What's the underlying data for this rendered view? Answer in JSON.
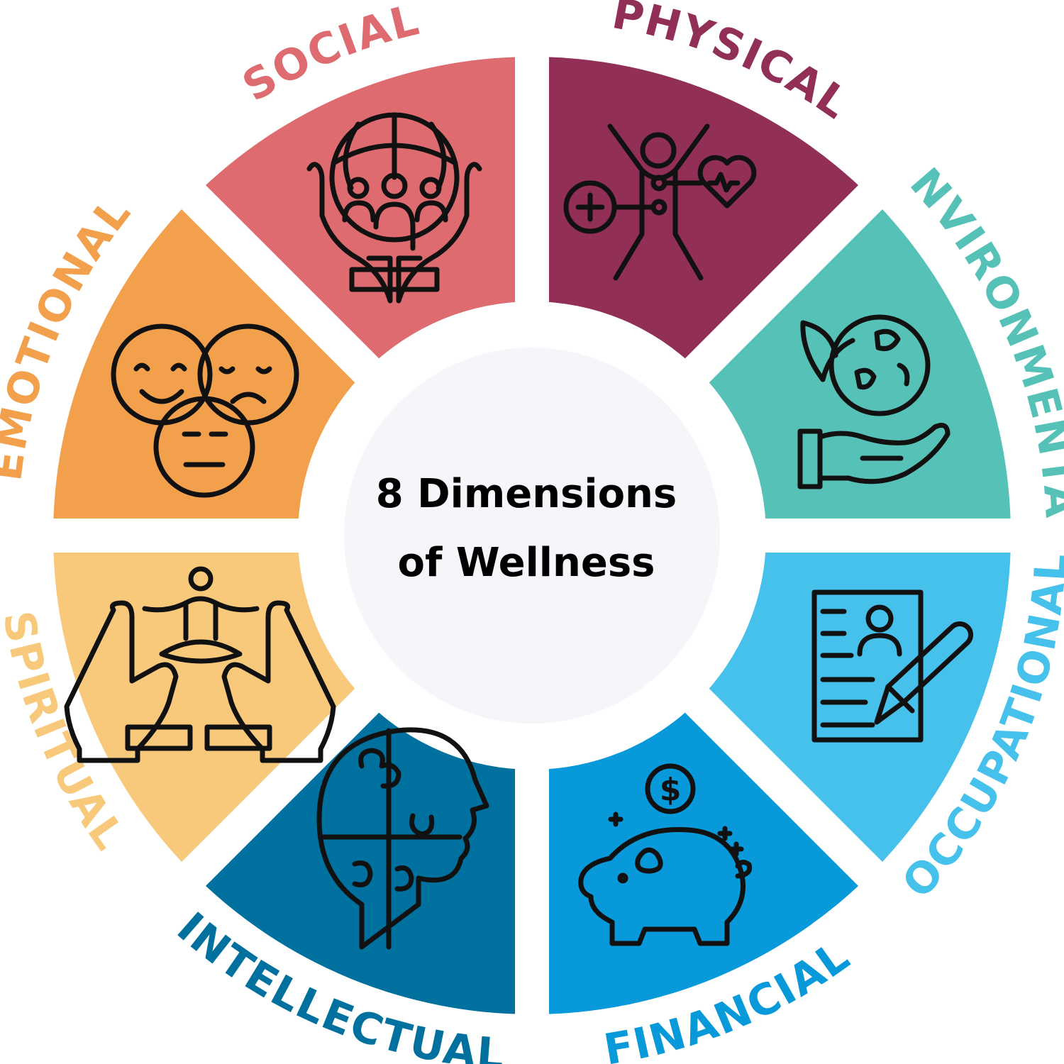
{
  "center": {
    "line1": "8 Dimensions",
    "line2": "of Wellness"
  },
  "dimensions": [
    {
      "name": "PHYSICAL",
      "color": "#922f56",
      "label_color": "#922f56",
      "icon": "body-health-icon"
    },
    {
      "name": "ENVIRONMENTAL",
      "color": "#56c2b7",
      "label_color": "#56c2b7",
      "icon": "earth-in-hand-icon"
    },
    {
      "name": "OCCUPATIONAL",
      "color": "#45c1eb",
      "label_color": "#45c1eb",
      "icon": "document-pencil-icon"
    },
    {
      "name": "FINANCIAL",
      "color": "#0799d9",
      "label_color": "#0799d9",
      "icon": "piggy-bank-icon"
    },
    {
      "name": "INTELLECTUAL",
      "color": "#00719f",
      "label_color": "#00719f",
      "icon": "puzzle-head-icon"
    },
    {
      "name": "SPIRITUAL",
      "color": "#f8c97b",
      "label_color": "#f8c97b",
      "icon": "meditation-hands-icon"
    },
    {
      "name": "EMOTIONAL",
      "color": "#f2a04c",
      "label_color": "#f2a04c",
      "icon": "faces-icon"
    },
    {
      "name": "SOCIAL",
      "color": "#de6b70",
      "label_color": "#de6b70",
      "icon": "globe-people-hands-icon"
    }
  ]
}
